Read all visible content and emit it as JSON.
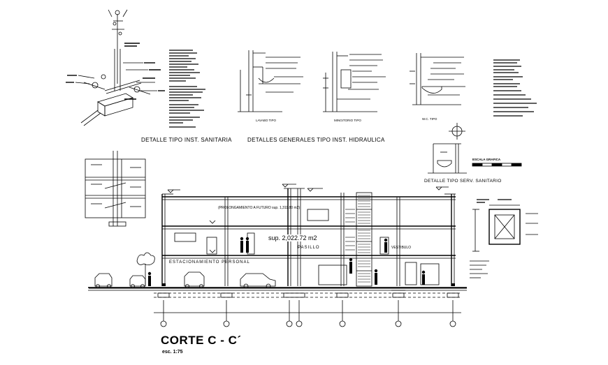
{
  "drawing": {
    "titles": {
      "sanitary_detail": "DETALLE TIPO INST. SANITARIA",
      "hydraulic_details": "DETALLES GENERALES TIPO INST. HIDRAULICA",
      "sanitary_service_detail": "DETALLE TIPO SERV. SANITARIO",
      "section_title": "CORTE C - C´",
      "section_scale": "esc. 1:75"
    },
    "detail_sublabels": {
      "lavabo": "LAVABO TIPO",
      "mingitorio": "MINGITORIO TIPO",
      "wc": "W.C. TIPO"
    },
    "section_labels": {
      "future_projection": "(PROLONGAMIENTO A FUTURO  sup. 1,311.80 m2)",
      "surface_area": "sup. 2,022.72 m2",
      "parking": "ESTACIONAMIENTO PERSONAL",
      "corridor": "PASILLO",
      "vestibule": "VESTIBULO",
      "graphic_scale": "ESCALA GRAFICA"
    }
  }
}
